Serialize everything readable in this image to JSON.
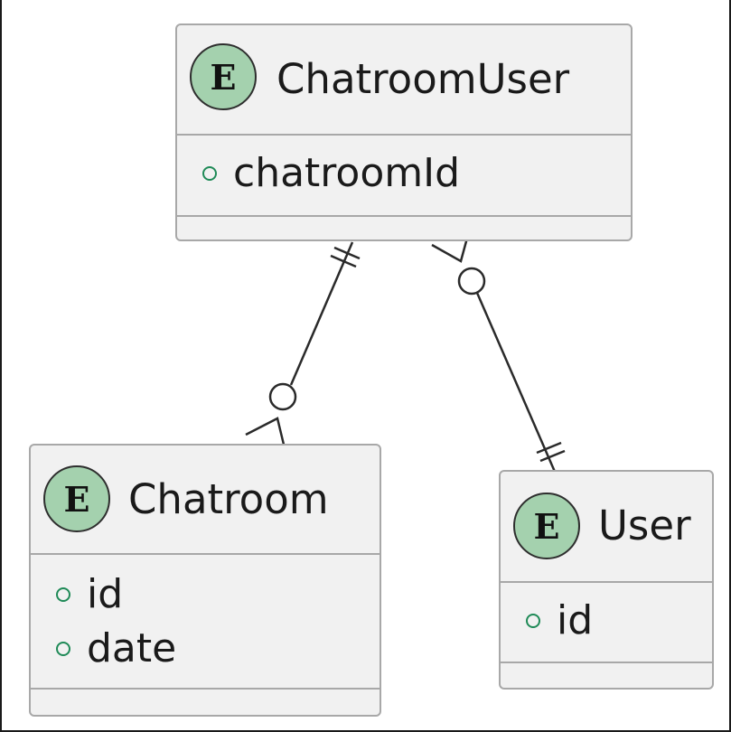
{
  "entities": {
    "chatroom_user": {
      "stereotype": "E",
      "name": "ChatroomUser",
      "attributes": [
        {
          "marker": "public",
          "name": "chatroomId"
        }
      ]
    },
    "chatroom": {
      "stereotype": "E",
      "name": "Chatroom",
      "attributes": [
        {
          "marker": "public",
          "name": "id"
        },
        {
          "marker": "public",
          "name": "date"
        }
      ]
    },
    "user": {
      "stereotype": "E",
      "name": "User",
      "attributes": [
        {
          "marker": "public",
          "name": "id"
        }
      ]
    }
  },
  "relationships": [
    {
      "from": "chatroom_user",
      "from_cardinality": "exactly-one",
      "to": "chatroom",
      "to_cardinality": "zero-or-many"
    },
    {
      "from": "chatroom_user",
      "from_cardinality": "zero-or-many",
      "to": "user",
      "to_cardinality": "exactly-one"
    }
  ],
  "colors": {
    "entity_fill": "#f1f1f1",
    "entity_border": "#a8a8a8",
    "badge_fill": "#a4d1ae",
    "attribute_marker": "#1f8a57",
    "line": "#2a2a2a"
  }
}
